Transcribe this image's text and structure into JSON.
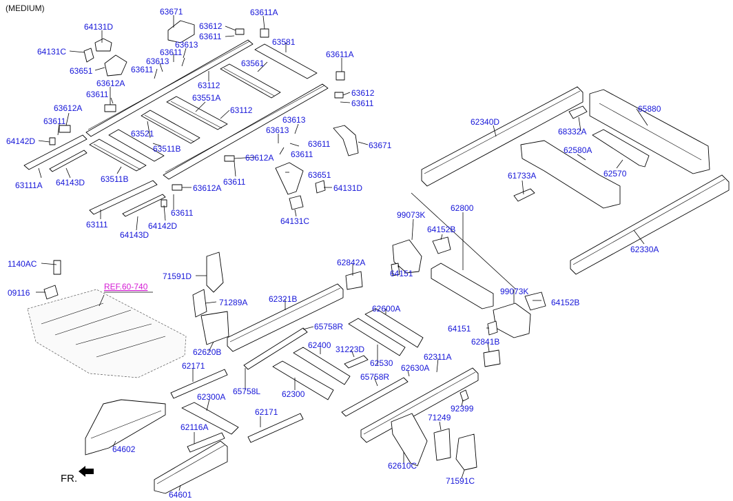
{
  "header": {
    "variant": "(MEDIUM)"
  },
  "reference": {
    "text": "REF.60-740"
  },
  "direction": {
    "text": "FR."
  },
  "labels": {
    "p63671a": "63671",
    "p64131d_a": "64131D",
    "p63612_a": "63612",
    "p63611a_a": "63611A",
    "p63611_a": "63611",
    "p63613_a": "63613",
    "p64131c_a": "64131C",
    "p63611_b": "63611",
    "p63581": "63581",
    "p63651_a": "63651",
    "p63613_b": "63613",
    "p63611_c": "63611",
    "p63611a_b": "63611A",
    "p63612a_a": "63612A",
    "p63561": "63561",
    "p63112_a": "63112",
    "p63611_d": "63611",
    "p63612_b": "63612",
    "p63611_e": "63611",
    "p63551a": "63551A",
    "p63612a_b": "63612A",
    "p63112_b": "63112",
    "p63611_f": "63611",
    "p63613_c": "63613",
    "p64142d_a": "64142D",
    "p63521": "63521",
    "p63613_d": "63613",
    "p63611_g": "63611",
    "p63671_b": "63671",
    "p63511b_a": "63511B",
    "p63611_h": "63611",
    "p63612a_c": "63612A",
    "p63111a": "63111A",
    "p64143d_a": "64143D",
    "p63511b_b": "63511B",
    "p63651_b": "63651",
    "p63611_i": "63611",
    "p64131d_b": "64131D",
    "p63612a_d": "63612A",
    "p63611_j": "63611",
    "p63111": "63111",
    "p64142d_b": "64142D",
    "p64143d_b": "64143D",
    "p64131c_b": "64131C",
    "p62340d": "62340D",
    "p65880": "65880",
    "p68332a": "68332A",
    "p62580a": "62580A",
    "p62570": "62570",
    "p61733a": "61733A",
    "p62330a": "62330A",
    "p99073k_a": "99073K",
    "p62800": "62800",
    "p64152b_a": "64152B",
    "p64151_a": "64151",
    "p99073k_b": "99073K",
    "p64152b_b": "64152B",
    "p64151_b": "64151",
    "p62841b": "62841B",
    "p1140ac": "1140AC",
    "p09116": "09116",
    "p71591d": "71591D",
    "p71289a": "71289A",
    "p62842a": "62842A",
    "p62321b": "62321B",
    "p62600a": "62600A",
    "p62620b": "62620B",
    "p65758r_a": "65758R",
    "p62400": "62400",
    "p31223d": "31223D",
    "p62530": "62530",
    "p62171_a": "62171",
    "p65758l": "65758L",
    "p62300": "62300",
    "p65758r_b": "65758R",
    "p62630a": "62630A",
    "p62311a": "62311A",
    "p62300a": "62300A",
    "p92399": "92399",
    "p62171_b": "62171",
    "p71249": "71249",
    "p62116a": "62116A",
    "p64602": "64602",
    "p62610c": "62610C",
    "p71591c": "71591C",
    "p64601": "64601"
  }
}
